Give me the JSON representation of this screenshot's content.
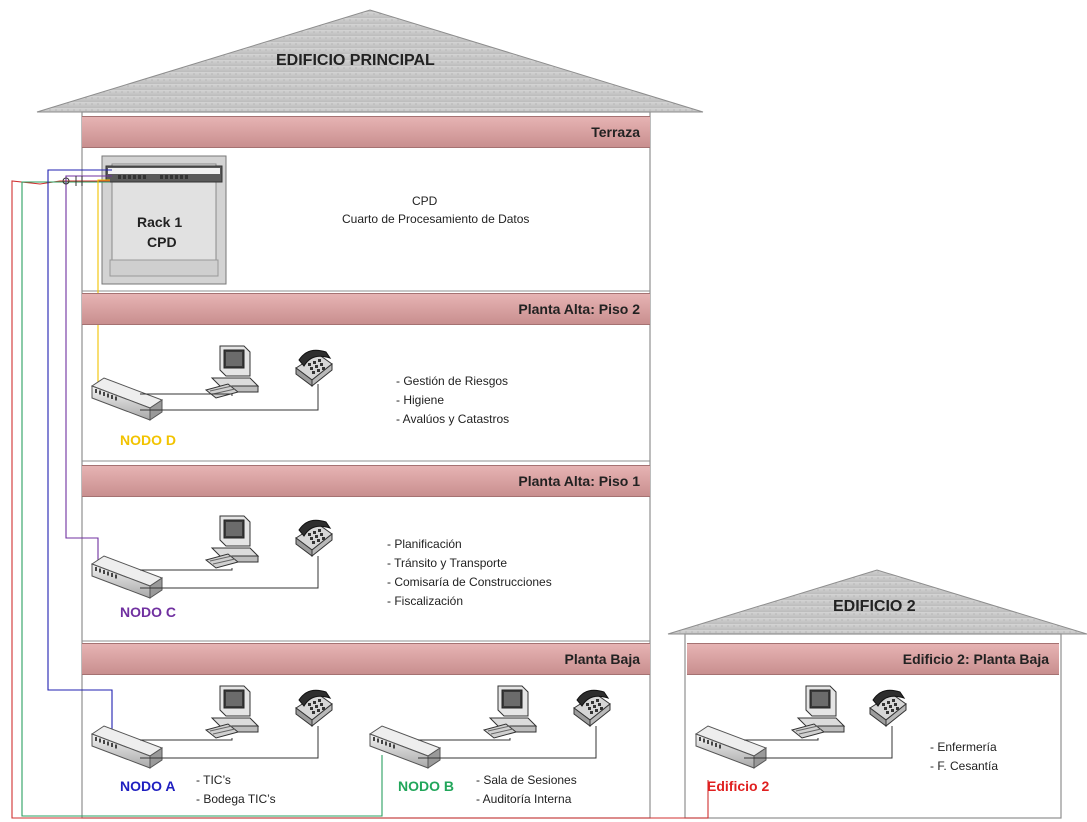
{
  "building_main": {
    "title": "EDIFICIO PRINCIPAL",
    "floors": [
      {
        "title": "Terraza"
      },
      {
        "title": "Planta Alta: Piso 2"
      },
      {
        "title": "Planta Alta: Piso 1"
      },
      {
        "title": "Planta Baja"
      }
    ]
  },
  "building_2": {
    "title": "EDIFICIO 2",
    "floor_title": "Edificio 2: Planta Baja"
  },
  "rack": {
    "line1": "Rack 1",
    "line2": "CPD"
  },
  "cpd": {
    "title": "CPD",
    "subtitle": "Cuarto de Procesamiento de Datos"
  },
  "nodes": {
    "d": {
      "label": "NODO D",
      "color": "#f2c300",
      "areas": [
        "- Gestión de Riesgos",
        "- Higiene",
        "- Avalúos y Catastros"
      ]
    },
    "c": {
      "label": "NODO C",
      "color": "#7030a0",
      "areas": [
        "- Planificación",
        "- Tránsito y Transporte",
        "- Comisaría de Construcciones",
        "- Fiscalización"
      ]
    },
    "a": {
      "label": "NODO A",
      "color": "#1f1fc0",
      "areas": [
        "- TIC’s",
        "- Bodega TIC’s"
      ]
    },
    "b": {
      "label": "NODO B",
      "color": "#21a65a",
      "areas": [
        "- Sala de Sesiones",
        "- Auditoría Interna"
      ]
    },
    "e2": {
      "label": "Edificio 2",
      "color": "#e02020",
      "areas": [
        "- Enfermería",
        "- F. Cesantía"
      ]
    }
  },
  "colors": {
    "roof": "#c9c9c9",
    "floor_bar": "#d9a3a3",
    "cable_red": "#d03030",
    "cable_green": "#2aa060",
    "cable_blue": "#2020b0",
    "cable_purple": "#7030a0",
    "cable_yellow": "#f2c300"
  }
}
